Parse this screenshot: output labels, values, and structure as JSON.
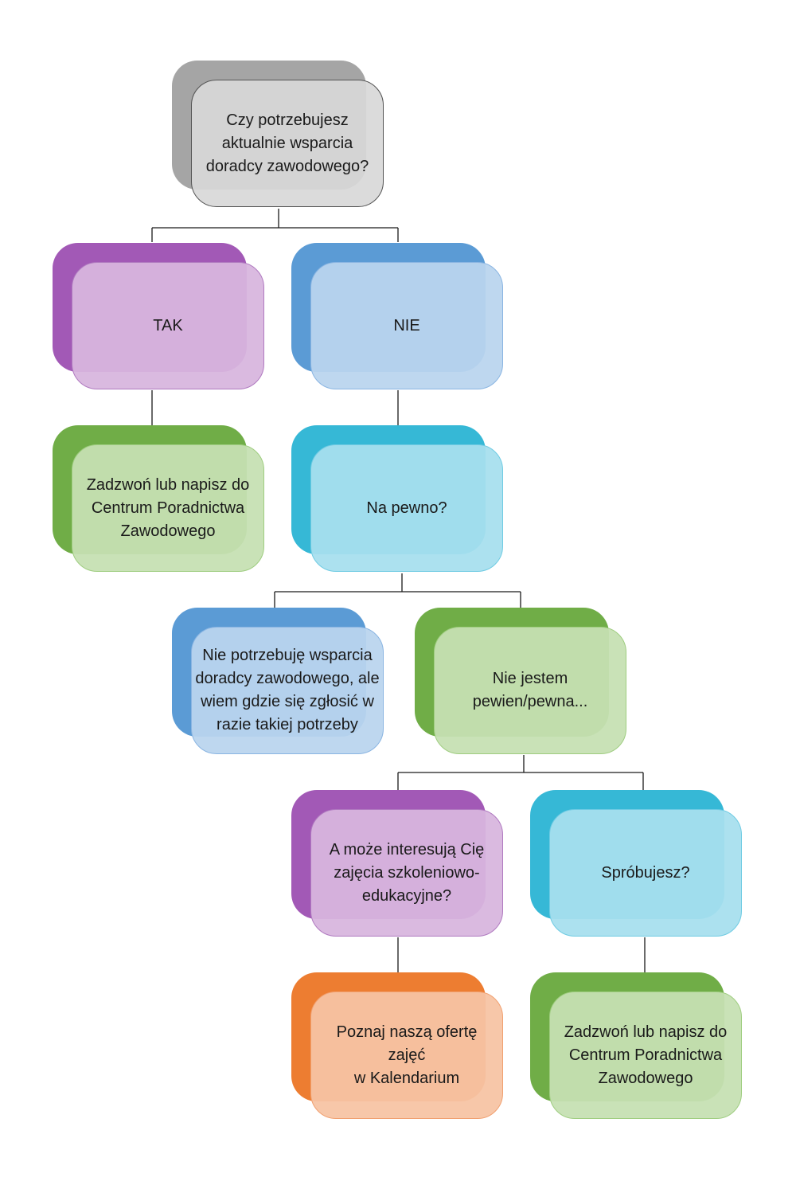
{
  "nodes": {
    "question_support": "Czy potrzebujesz\naktualnie wsparcia\ndoradcy zawodowego?",
    "answer_yes": "TAK",
    "answer_no": "NIE",
    "contact_center_1": "Zadzwoń lub napisz do\nCentrum Poradnictwa\nZawodowego",
    "question_sure": "Na pewno?",
    "no_need": "Nie potrzebuję wsparcia\ndoradcy zawodowego, ale\nwiem gdzie się zgłosić w\nrazie takiej potrzeby",
    "not_sure": "Nie jestem\npewien/pewna...",
    "question_training": "A może interesują Cię\nzajęcia szkoleniowo-\nedukacyjne?",
    "question_try": "Spróbujesz?",
    "offer_calendar": "Poznaj naszą ofertę\nzajęć\nw Kalendarium",
    "contact_center_2": "Zadzwoń lub napisz do\nCentrum Poradnictwa\nZawodowego"
  },
  "colors": {
    "gray": "#a5a5a5",
    "purple": "#a259b6",
    "blue": "#5b9bd5",
    "green": "#70ad47",
    "cyan": "#36b8d6",
    "orange": "#ed7d31",
    "connector": "#1a1a1a"
  }
}
